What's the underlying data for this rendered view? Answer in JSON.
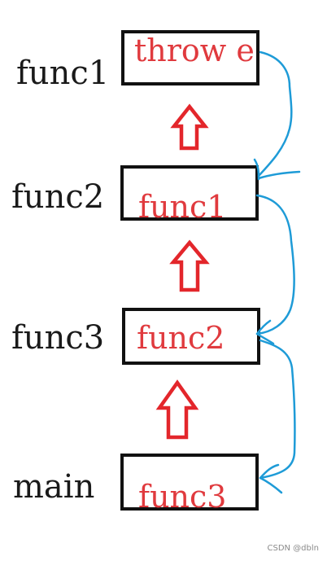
{
  "colors": {
    "label": "#1a1a1a",
    "box_border": "#111111",
    "box_text": "#e03a3e",
    "up_arrow": "#e3262b",
    "callback_curve": "#1e9bd7"
  },
  "rows": [
    {
      "side_label": "func1",
      "box_text": "throw e"
    },
    {
      "side_label": "func2",
      "box_text": "func1"
    },
    {
      "side_label": "func3",
      "box_text": "func2"
    },
    {
      "side_label": "main",
      "box_text": "func3"
    }
  ],
  "watermark": "CSDN @dbln"
}
